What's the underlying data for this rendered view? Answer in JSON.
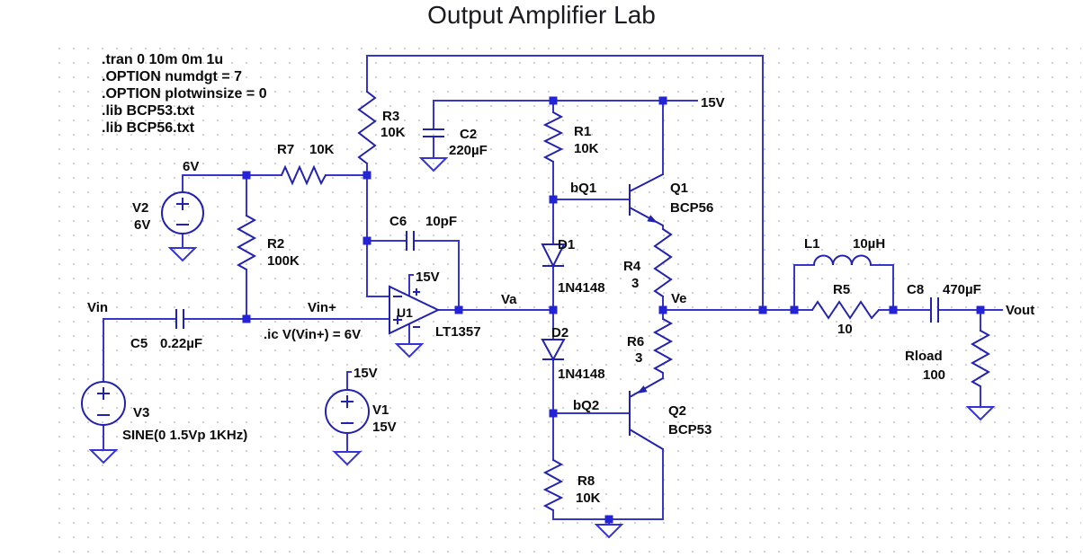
{
  "title": "Output Amplifier Lab",
  "spice_directives": {
    "tran": ".tran 0 10m 0m 1u",
    "option_numdgt": ".OPTION numdgt = 7",
    "option_plotwinsize": ".OPTION plotwinsize = 0",
    "lib_bcp53": ".lib BCP53.txt",
    "lib_bcp56": ".lib BCP56.txt",
    "ic": ".ic V(Vin+) = 6V"
  },
  "net_labels": {
    "rail_6v": "6V",
    "rail_15v_top": "15V",
    "rail_15v_opamp": "15V",
    "rail_15v_v1": "15V",
    "vin": "Vin",
    "vin_plus": "Vin+",
    "va": "Va",
    "ve": "Ve",
    "vout": "Vout",
    "bq1": "bQ1",
    "bq2": "bQ2"
  },
  "components": {
    "V1": {
      "ref": "V1",
      "value": "15V"
    },
    "V2": {
      "ref": "V2",
      "value": "6V"
    },
    "V3": {
      "ref": "V3",
      "value": "SINE(0 1.5Vp 1KHz)"
    },
    "U1": {
      "ref": "U1",
      "value": "LT1357"
    },
    "R1": {
      "ref": "R1",
      "value": "10K"
    },
    "R2": {
      "ref": "R2",
      "value": "100K"
    },
    "R3": {
      "ref": "R3",
      "value": "10K"
    },
    "R4": {
      "ref": "R4",
      "value": "3"
    },
    "R5": {
      "ref": "R5",
      "value": "10"
    },
    "R6": {
      "ref": "R6",
      "value": "3"
    },
    "R7": {
      "ref": "R7",
      "value": "10K"
    },
    "R8": {
      "ref": "R8",
      "value": "10K"
    },
    "Rload": {
      "ref": "Rload",
      "value": "100"
    },
    "C2": {
      "ref": "C2",
      "value": "220µF"
    },
    "C5": {
      "ref": "C5",
      "value": "0.22µF"
    },
    "C6": {
      "ref": "C6",
      "value": "10pF"
    },
    "C8": {
      "ref": "C8",
      "value": "470µF"
    },
    "L1": {
      "ref": "L1",
      "value": "10µH"
    },
    "D1": {
      "ref": "D1",
      "value": "1N4148"
    },
    "D2": {
      "ref": "D2",
      "value": "1N4148"
    },
    "Q1": {
      "ref": "Q1",
      "value": "BCP56"
    },
    "Q2": {
      "ref": "Q2",
      "value": "BCP53"
    }
  }
}
